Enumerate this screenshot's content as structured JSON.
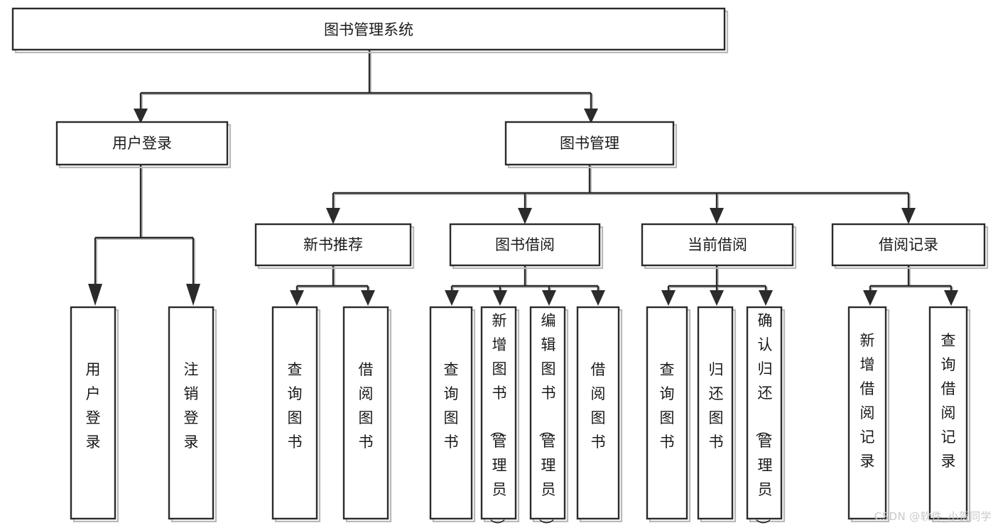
{
  "diagram": {
    "type": "tree-hierarchy",
    "title": "图书管理系统",
    "watermark": "CSDN @软件_小贺同学",
    "colors": {
      "box_stroke": "#2b2b2b",
      "box_fill": "#ffffff",
      "connector": "#2b2b2b",
      "shadow": "#bcbcbc",
      "text": "#1a1a1a",
      "watermark": "#c9c9c9"
    },
    "levels": {
      "root": {
        "label": "图书管理系统"
      },
      "level2": [
        {
          "id": "user-login",
          "label": "用户登录"
        },
        {
          "id": "book-manage",
          "label": "图书管理"
        }
      ],
      "level3": [
        {
          "id": "new-book-rec",
          "label": "新书推荐",
          "parent": "book-manage"
        },
        {
          "id": "book-borrow",
          "label": "图书借阅",
          "parent": "book-manage"
        },
        {
          "id": "current-borrow",
          "label": "当前借阅",
          "parent": "book-manage"
        },
        {
          "id": "borrow-record",
          "label": "借阅记录",
          "parent": "book-manage"
        }
      ],
      "leaves": [
        {
          "id": "leaf-user-login",
          "label": "用户登录",
          "parent": "user-login"
        },
        {
          "id": "leaf-user-logout",
          "label": "注销登录",
          "parent": "user-login"
        },
        {
          "id": "leaf-query-book-1",
          "label": "查询图书",
          "parent": "new-book-rec"
        },
        {
          "id": "leaf-borrow-book-1",
          "label": "借阅图书",
          "parent": "new-book-rec"
        },
        {
          "id": "leaf-query-book-2",
          "label": "查询图书",
          "parent": "book-borrow"
        },
        {
          "id": "leaf-add-book",
          "label": "新增图书（管理员）",
          "parent": "book-borrow"
        },
        {
          "id": "leaf-edit-book",
          "label": "编辑图书（管理员）",
          "parent": "book-borrow"
        },
        {
          "id": "leaf-borrow-book-2",
          "label": "借阅图书",
          "parent": "book-borrow"
        },
        {
          "id": "leaf-query-book-3",
          "label": "查询图书",
          "parent": "current-borrow"
        },
        {
          "id": "leaf-return-book",
          "label": "归还图书",
          "parent": "current-borrow"
        },
        {
          "id": "leaf-confirm-return",
          "label": "确认归还（管理员）",
          "parent": "current-borrow"
        },
        {
          "id": "leaf-add-record",
          "label": "新增借阅记录",
          "parent": "borrow-record"
        },
        {
          "id": "leaf-query-record",
          "label": "查询借阅记录",
          "parent": "borrow-record"
        }
      ]
    }
  }
}
